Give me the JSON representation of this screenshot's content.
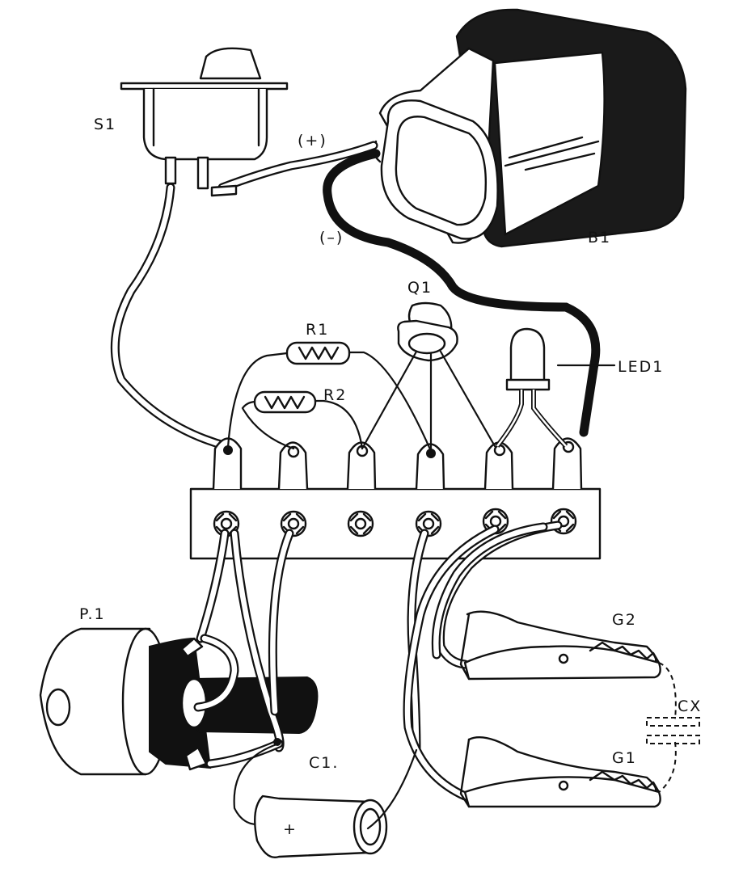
{
  "labels": {
    "switch": "S1",
    "positive": "(+)",
    "negative": "(–)",
    "battery": "B1",
    "transistor": "Q1",
    "resistor1": "R1",
    "resistor2": "R2",
    "led": "LED1",
    "potentiometer": "P.1",
    "clip2": "G2",
    "clip1": "G1",
    "capacitor_test": "CX",
    "capacitor": "C1.",
    "plus_mark": "+"
  }
}
